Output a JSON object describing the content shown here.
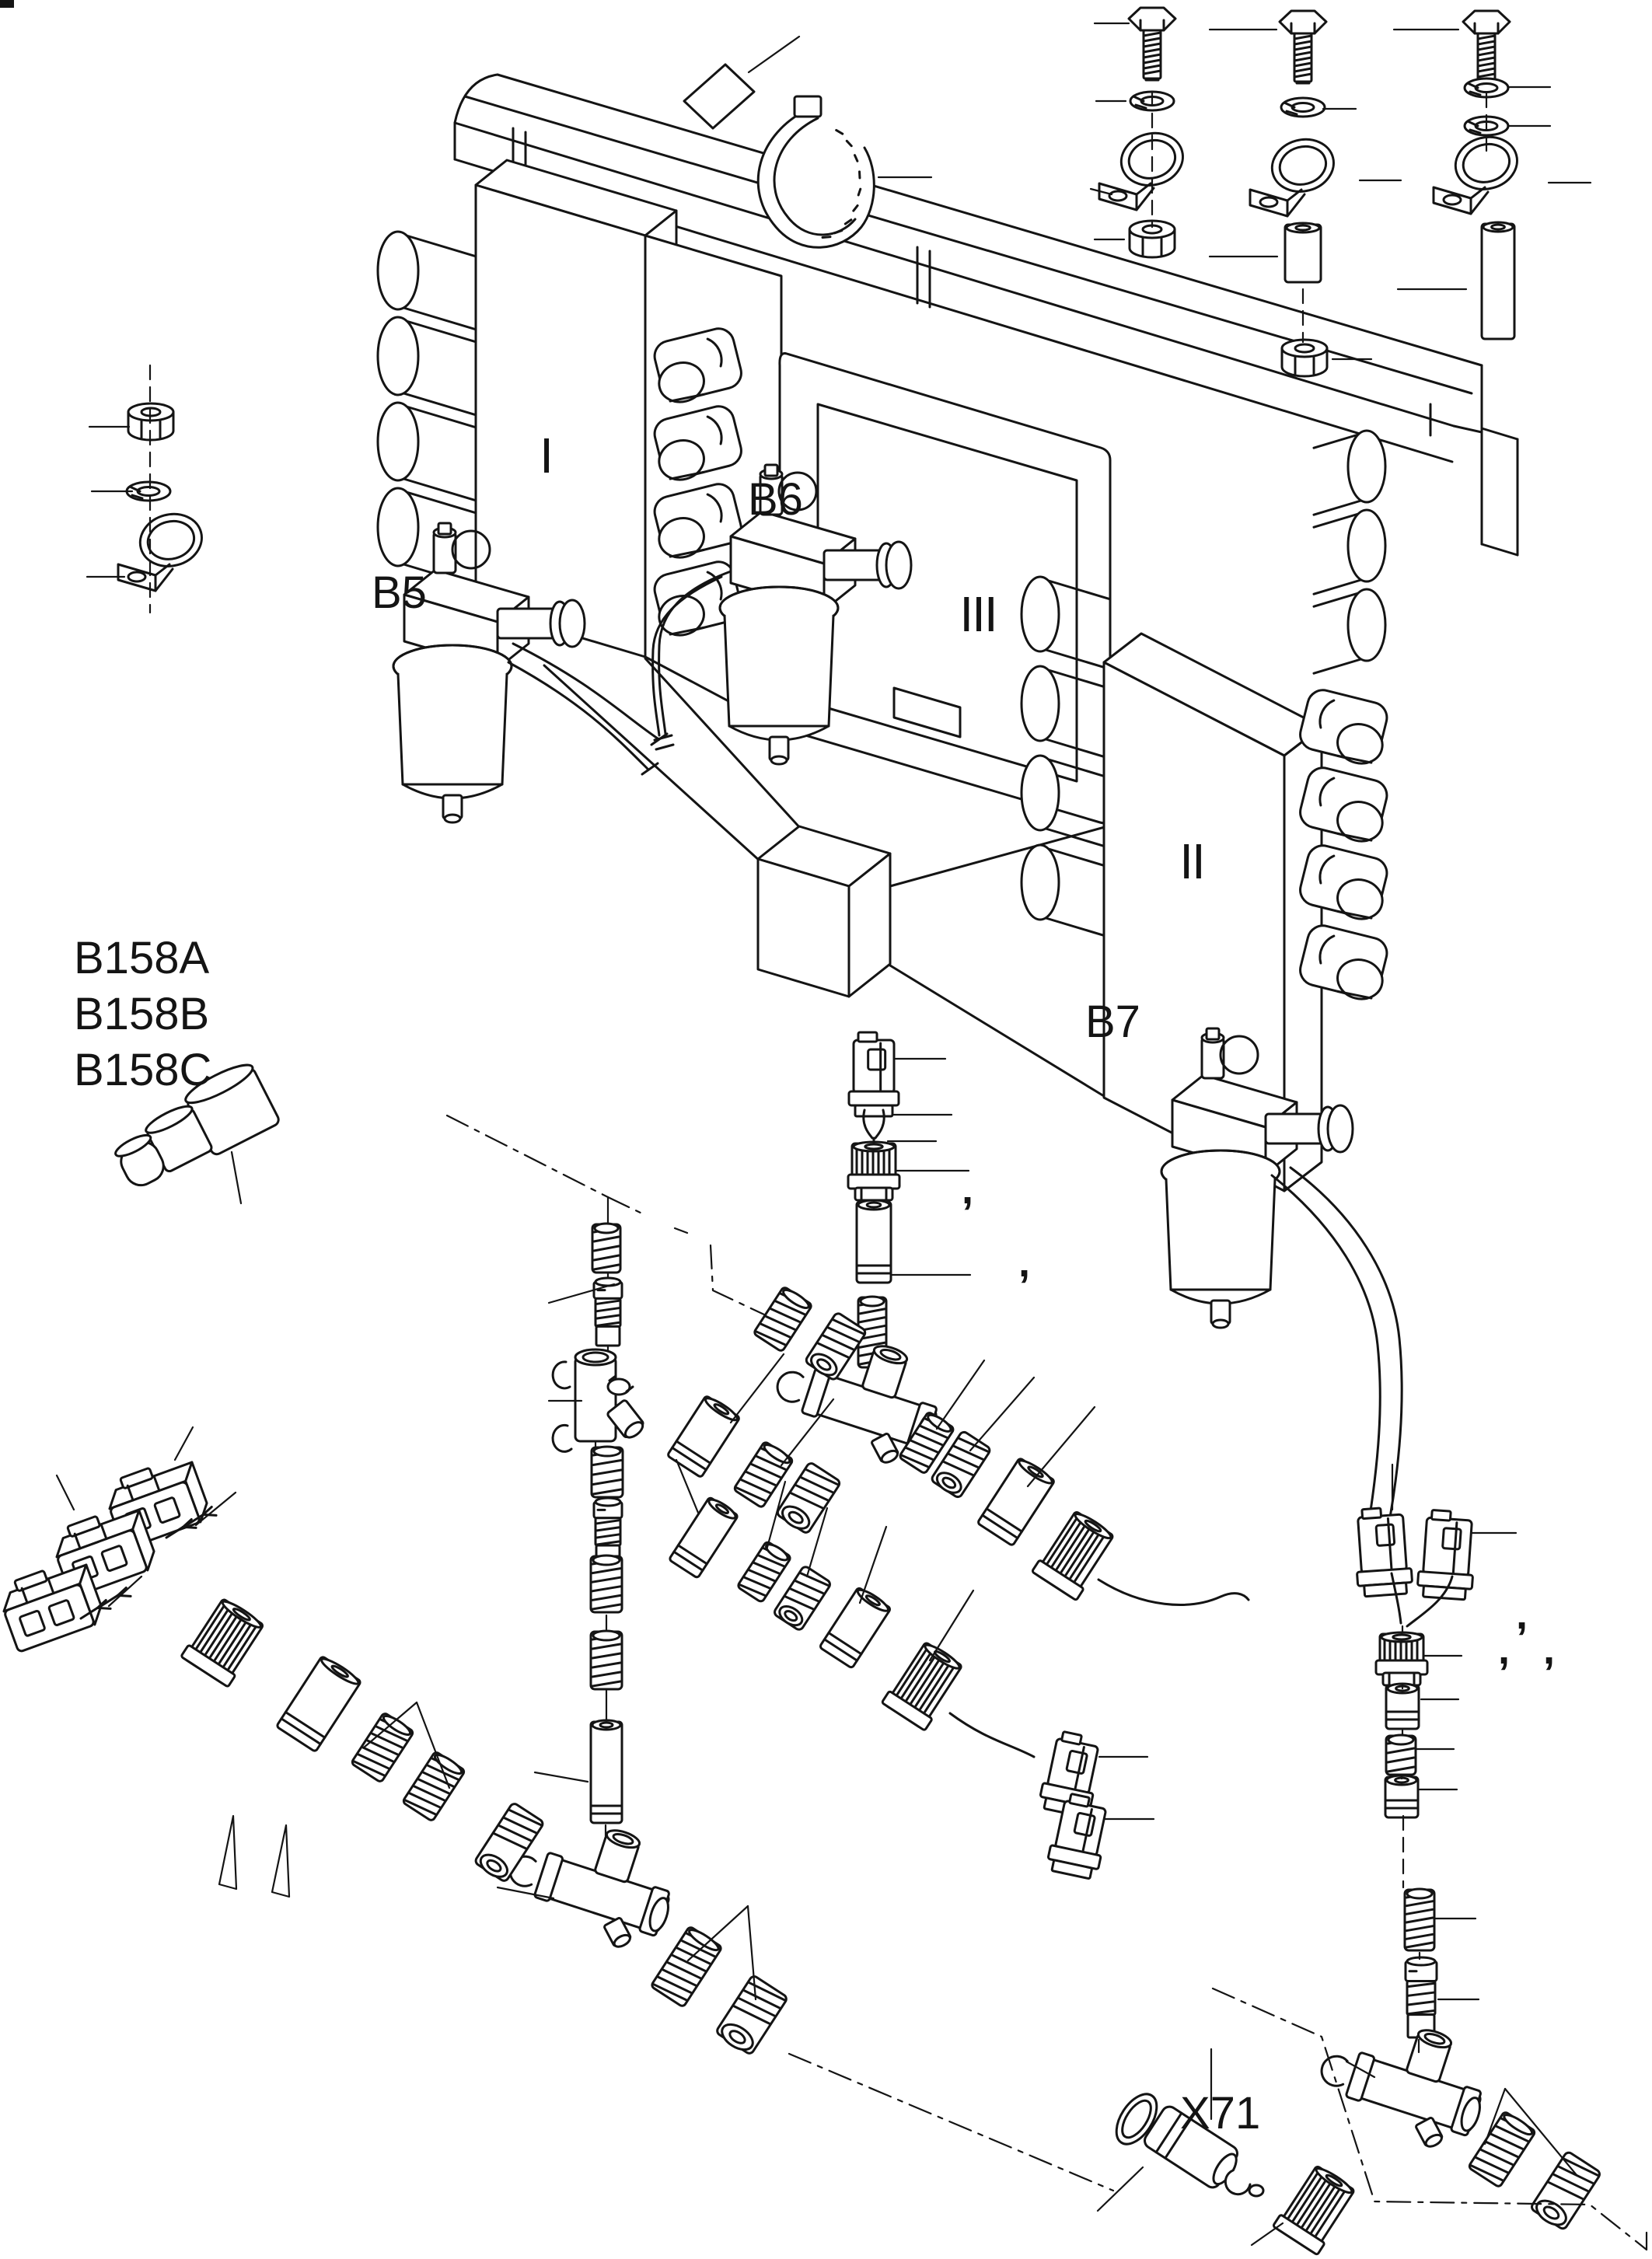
{
  "page": {
    "kind": "exploded isometric parts diagram (service manual line drawing)",
    "background": "#ffffff",
    "ink": "#141414"
  },
  "labels": {
    "i": "I",
    "ii": "II",
    "iii": "III",
    "b5": "B5",
    "b6": "B6",
    "b7": "B7",
    "b158a": "B158A",
    "b158b": "B158B",
    "b158c": "B158C",
    "x71": "X71"
  },
  "marks": {
    "comma": ","
  },
  "parts_glossary": [
    "valve-manifold-rail",
    "valve-block-I",
    "valve-block-II",
    "center-plate-III",
    "mounting-foot",
    "pressure-sender-B5",
    "pressure-sender-B6",
    "pressure-sender-B7",
    "temperature-sender-B158",
    "hex-bolt",
    "lock-washer",
    "p-clip-clamp",
    "hex-nut",
    "spacer-sleeve",
    "spacer-tube",
    "cable-tie",
    "marker-plate",
    "two-pin-connector-housing",
    "wire-terminal",
    "relay-connector-housing",
    "knurled-union-nut",
    "coupling-sleeve",
    "protective-spring-coil",
    "threaded-union",
    "tee-coupling",
    "valve-core-fitting",
    "bulkhead-connector-X71",
    "chain-line-border"
  ]
}
